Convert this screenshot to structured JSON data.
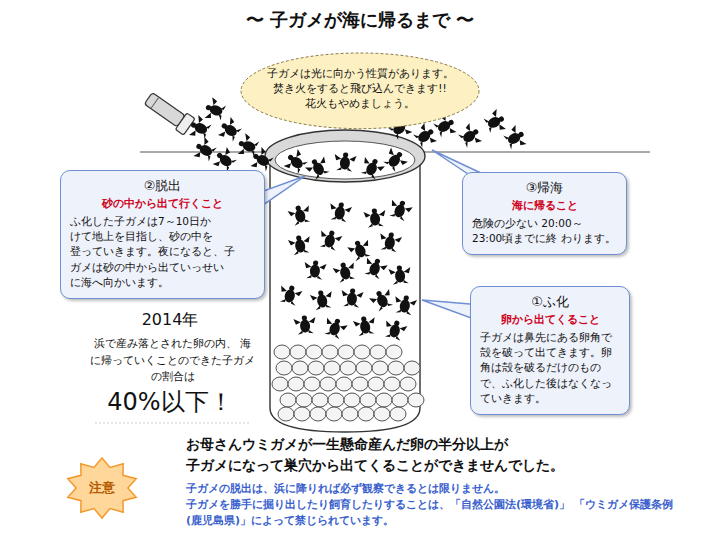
{
  "diagram": {
    "title": "〜 子ガメが海に帰るまで 〜",
    "nodes": [
      {
        "text": [
          "子ガメは光に向かう性質があります。 焚き火をすると飛び込んできます!! 花火もやめましょう。"
        ]
      },
      {
        "text": [
          "②脱出",
          "砂の中から出て行くこと",
          "ふ化した子ガメは7～10日か けて地上を目指し、砂の中を 登っていきます。夜になると、子 ガメは砂の中から出ていっせい に海へ向かいます。"
        ]
      },
      {
        "text": [
          "③帰海",
          "海に帰ること",
          "危険の少ない 20:00～23:00頃までに終 わります。"
        ]
      },
      {
        "text": [
          "①ふ化",
          "卵から出てくること",
          "子ガメは鼻先にある卵角で 殻を破って出てきます。卵 角は殻を破るだけのもの で、ふ化した後はなくなっ ていきます。"
        ]
      },
      {
        "text": [
          "注意"
        ]
      }
    ],
    "labels": [
      "2014年",
      "浜で産み落とされた卵の内、 海 に帰っていくことのできた子ガメ の割合は",
      "40%以下！",
      "お母さんウミガメが一生懸命産んだ卵の半分以上が 子ガメになって巣穴から出てくることができませんでした。",
      "子ガメの脱出は、浜に降りれば必ず観察できるとは限りません。",
      "子ガメを勝手に掘り出したり飼育したりすることは、「自然公園法(環境省)」 「ウミガメ保護条例(鹿児島県)」によって禁じられています。"
    ]
  }
}
